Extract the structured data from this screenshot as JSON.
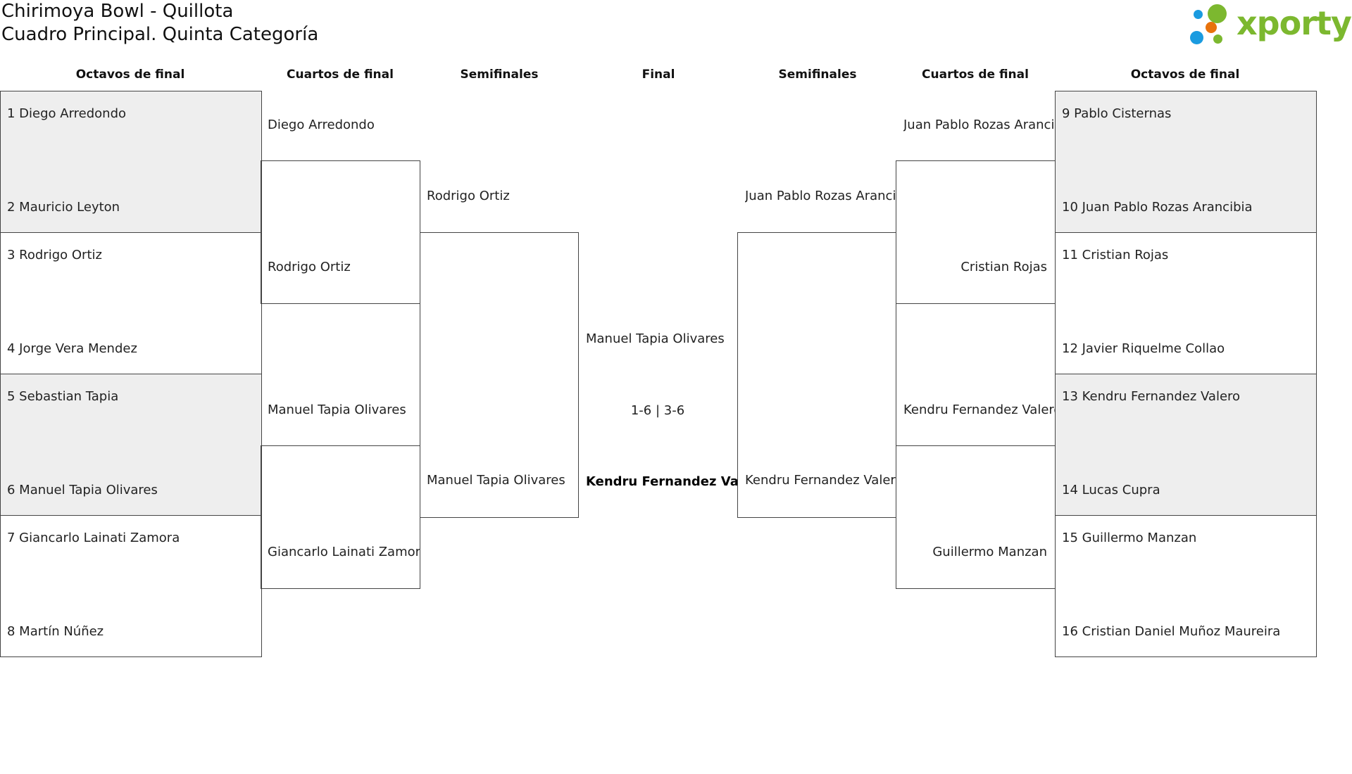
{
  "header": {
    "title": "Chirimoya Bowl - Quillota",
    "subtitle": "Cuadro Principal. Quinta Categoría",
    "logo_text": "xporty",
    "brand_colors": {
      "green": "#7cb82f",
      "blue": "#1a9be0",
      "orange": "#e8720c"
    }
  },
  "rounds": {
    "left_r16": "Octavos de final",
    "left_qf": "Cuartos de final",
    "left_sf": "Semifinales",
    "final": "Final",
    "right_sf": "Semifinales",
    "right_qf": "Cuartos de final",
    "right_r16": "Octavos de final"
  },
  "left_r16": [
    "1  Diego Arredondo",
    "2  Mauricio Leyton",
    "3  Rodrigo Ortiz",
    "4  Jorge Vera Mendez",
    "5  Sebastian Tapia",
    "6  Manuel Tapia Olivares",
    "7  Giancarlo Lainati Zamora",
    "8  Martín Núñez"
  ],
  "right_r16": [
    "9  Pablo Cisternas",
    "10  Juan Pablo Rozas Arancibia",
    "11  Cristian Rojas",
    "12  Javier Riquelme Collao",
    "13  Kendru Fernandez Valero",
    "14  Lucas Cupra",
    "15  Guillermo Manzan",
    "16  Cristian Daniel Muñoz Maureira"
  ],
  "left_qf": [
    "Diego Arredondo",
    "Rodrigo Ortiz",
    "Manuel Tapia Olivares",
    "Giancarlo Lainati Zamora"
  ],
  "left_sf": [
    "Rodrigo Ortiz",
    "Manuel Tapia Olivares"
  ],
  "final": {
    "player1": "Manuel Tapia Olivares",
    "score": "1-6 | 3-6",
    "player2": "Kendru Fernandez Valero",
    "winner": "player2"
  },
  "right_sf": [
    "Juan Pablo Rozas Arancibia",
    "Kendru Fernandez Valero"
  ],
  "right_qf": [
    "Juan Pablo Rozas Arancibia",
    "Cristian Rojas",
    "Kendru Fernandez Valero",
    "Guillermo Manzan"
  ]
}
